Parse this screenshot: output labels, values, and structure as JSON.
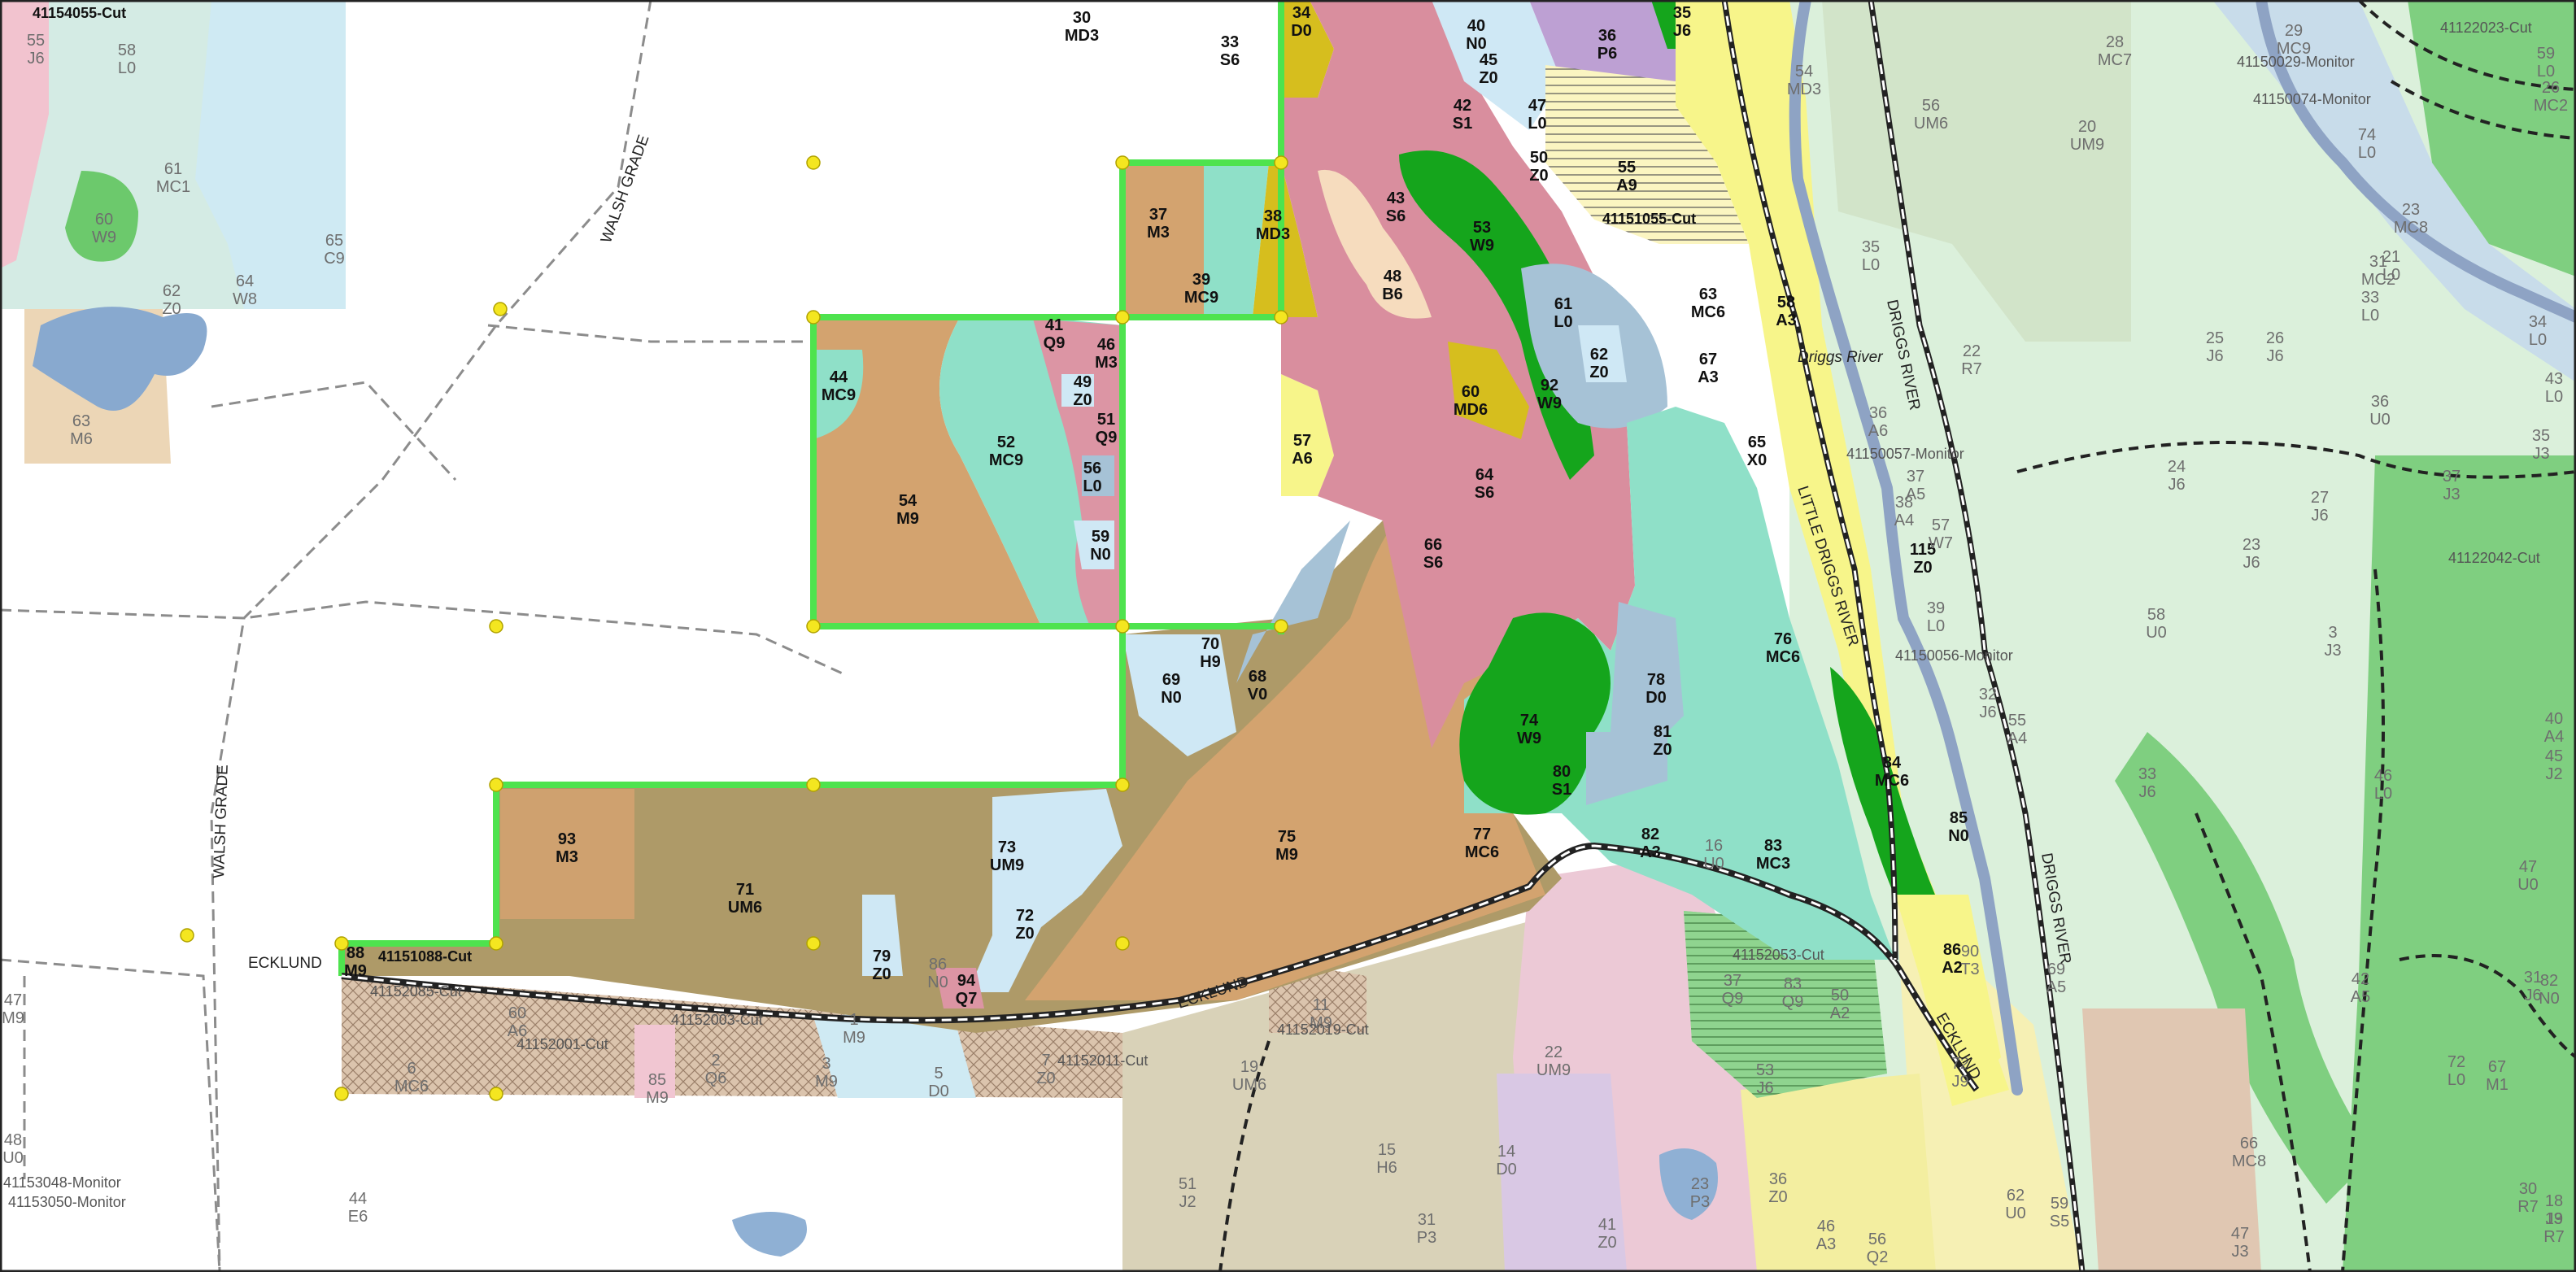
{
  "map": {
    "roads": [
      {
        "id": "walsh-grade-top",
        "text": "WALSH GRADE"
      },
      {
        "id": "walsh-grade-left",
        "text": "WALSH GRADE"
      },
      {
        "id": "ecklund-left",
        "text": "ECKLUND"
      },
      {
        "id": "ecklund-mid",
        "text": "ECKLUND"
      },
      {
        "id": "ecklund-right",
        "text": "ECKLUND"
      },
      {
        "id": "little-driggs",
        "text": "LITTLE DRIGGS RIVER"
      },
      {
        "id": "driggs-top",
        "text": "DRIGGS RIVER"
      },
      {
        "id": "driggs-bottom",
        "text": "DRIGGS RIVER"
      },
      {
        "id": "driggs-river-water",
        "text": "Driggs River"
      }
    ],
    "unit_labels": [
      [
        "30",
        "MD3"
      ],
      [
        "33",
        "S6"
      ],
      [
        "34",
        "D0"
      ],
      [
        "35",
        "J6"
      ],
      [
        "36",
        "P6"
      ],
      [
        "40",
        "N0"
      ],
      [
        "45",
        "Z0"
      ],
      [
        "42",
        "S1"
      ],
      [
        "47",
        "L0"
      ],
      [
        "50",
        "Z0"
      ],
      [
        "55",
        "A9"
      ],
      [
        "37",
        "M3"
      ],
      [
        "38",
        "MD3"
      ],
      [
        "39",
        "MC9"
      ],
      [
        "43",
        "S6"
      ],
      [
        "53",
        "W9"
      ],
      [
        "48",
        "B6"
      ],
      [
        "61",
        "L0"
      ],
      [
        "62",
        "Z0"
      ],
      [
        "63",
        "MC6"
      ],
      [
        "58",
        "A3"
      ],
      [
        "67",
        "A3"
      ],
      [
        "41",
        "Q9"
      ],
      [
        "46",
        "M3"
      ],
      [
        "44",
        "MC9"
      ],
      [
        "49",
        "Z0"
      ],
      [
        "51",
        "Q9"
      ],
      [
        "52",
        "MC9"
      ],
      [
        "56",
        "L0"
      ],
      [
        "54",
        "M9"
      ],
      [
        "59",
        "N0"
      ],
      [
        "57",
        "A6"
      ],
      [
        "60",
        "MD6"
      ],
      [
        "92",
        "W9"
      ],
      [
        "64",
        "S6"
      ],
      [
        "65",
        "X0"
      ],
      [
        "66",
        "S6"
      ],
      [
        "115",
        "Z0"
      ],
      [
        "70",
        "H9"
      ],
      [
        "68",
        "V0"
      ],
      [
        "69",
        "N0"
      ],
      [
        "76",
        "MC6"
      ],
      [
        "78",
        "D0"
      ],
      [
        "74",
        "W9"
      ],
      [
        "81",
        "Z0"
      ],
      [
        "80",
        "S1"
      ],
      [
        "84",
        "MC6"
      ],
      [
        "93",
        "M3"
      ],
      [
        "71",
        "UM6"
      ],
      [
        "73",
        "UM9"
      ],
      [
        "75",
        "M9"
      ],
      [
        "77",
        "MC6"
      ],
      [
        "82",
        "A3"
      ],
      [
        "83",
        "MC3"
      ],
      [
        "85",
        "N0"
      ],
      [
        "72",
        "Z0"
      ],
      [
        "79",
        "Z0"
      ],
      [
        "94",
        "Q7"
      ],
      [
        "88",
        "M9"
      ],
      [
        "86",
        "A2"
      ]
    ],
    "faded_labels": [
      [
        "55",
        "J6"
      ],
      [
        "58",
        "L0"
      ],
      [
        "61",
        "MC1"
      ],
      [
        "60",
        "W9"
      ],
      [
        "64",
        "W8"
      ],
      [
        "65",
        "C9"
      ],
      [
        "62",
        "Z0"
      ],
      [
        "63",
        "M6"
      ],
      [
        "47",
        "M9"
      ],
      [
        "48",
        "U0"
      ],
      [
        "44",
        "E6"
      ],
      [
        "56",
        "UM6"
      ],
      [
        "28",
        "MC7"
      ],
      [
        "29",
        "MC9"
      ],
      [
        "59",
        "L0"
      ],
      [
        "20",
        "UM9"
      ],
      [
        "74",
        "L0"
      ],
      [
        "26",
        "MC2"
      ],
      [
        "23",
        "MC8"
      ],
      [
        "21",
        "L0"
      ],
      [
        "31",
        "MC2"
      ],
      [
        "33",
        "L0"
      ],
      [
        "35",
        "L0"
      ],
      [
        "54",
        "MD3"
      ],
      [
        "22",
        "R7"
      ],
      [
        "25",
        "J6"
      ],
      [
        "26",
        "J6"
      ],
      [
        "36",
        "U0"
      ],
      [
        "34",
        "L0"
      ],
      [
        "43",
        "L0"
      ],
      [
        "35",
        "J3"
      ],
      [
        "36",
        "A6"
      ],
      [
        "37",
        "A5"
      ],
      [
        "38",
        "A4"
      ],
      [
        "57",
        "W7"
      ],
      [
        "24",
        "J6"
      ],
      [
        "27",
        "J6"
      ],
      [
        "37",
        "J3"
      ],
      [
        "23",
        "J6"
      ],
      [
        "39",
        "L0"
      ],
      [
        "58",
        "U0"
      ],
      [
        "3",
        "J3"
      ],
      [
        "32",
        "J6"
      ],
      [
        "55",
        "A4"
      ],
      [
        "40",
        "A4"
      ],
      [
        "45",
        "J2"
      ],
      [
        "46",
        "L0"
      ],
      [
        "33",
        "J6"
      ],
      [
        "47",
        "U0"
      ],
      [
        "31",
        "J6"
      ],
      [
        "82",
        "N0"
      ],
      [
        "16",
        "U0"
      ],
      [
        "90",
        "T3"
      ],
      [
        "69",
        "A5"
      ],
      [
        "42",
        "A5"
      ],
      [
        "72",
        "J9"
      ],
      [
        "60",
        "A6"
      ],
      [
        "1",
        "M9"
      ],
      [
        "86",
        "N0"
      ],
      [
        "6",
        "MC6"
      ],
      [
        "85",
        "M9"
      ],
      [
        "2",
        "Q6"
      ],
      [
        "3",
        "M9"
      ],
      [
        "5",
        "D0"
      ],
      [
        "7",
        "Z0"
      ],
      [
        "11",
        "M9"
      ],
      [
        "19",
        "UM6"
      ],
      [
        "15",
        "H6"
      ],
      [
        "22",
        "UM9"
      ],
      [
        "37",
        "Q9"
      ],
      [
        "83",
        "Q9"
      ],
      [
        "50",
        "A2"
      ],
      [
        "53",
        "J6"
      ],
      [
        "51",
        "J2"
      ],
      [
        "14",
        "D0"
      ],
      [
        "31",
        "P3"
      ],
      [
        "23",
        "P3"
      ],
      [
        "41",
        "Z0"
      ],
      [
        "36",
        "Z0"
      ],
      [
        "46",
        "A3"
      ],
      [
        "56",
        "Q2"
      ],
      [
        "59",
        "S5"
      ],
      [
        "62",
        "U0"
      ],
      [
        "66",
        "MC8"
      ],
      [
        "72",
        "L0"
      ],
      [
        "67",
        "M1"
      ],
      [
        "30",
        "R7"
      ],
      [
        "18",
        "J3"
      ],
      [
        "19",
        "R7"
      ],
      [
        "47",
        "J3"
      ],
      [
        "38",
        "G0"
      ],
      [
        "68",
        "J3"
      ]
    ],
    "cut_labels": [
      "41154055-Cut",
      "41151055-Cut",
      "41151088-Cut",
      "41152085-Cut",
      "41152001-Cut",
      "41152003-Cut",
      "41152011-Cut",
      "41152019-Cut",
      "41152053-Cut",
      "41122023-Cut",
      "41150029-Monitor",
      "41150074-Monitor",
      "41150057-Monitor",
      "41150056-Monitor",
      "41122042-Cut",
      "41153048-Monitor",
      "41153050-Monitor"
    ]
  }
}
